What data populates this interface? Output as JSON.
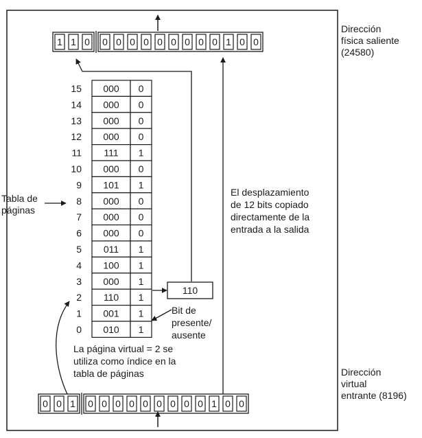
{
  "output_address": {
    "bits": [
      "1",
      "1",
      "0",
      "0",
      "0",
      "0",
      "0",
      "0",
      "0",
      "0",
      "0",
      "0",
      "1",
      "0",
      "0"
    ],
    "label_lines": [
      "Dirección",
      "física saliente",
      "(24580)"
    ]
  },
  "input_address": {
    "bits": [
      "0",
      "0",
      "1",
      "0",
      "0",
      "0",
      "0",
      "0",
      "0",
      "0",
      "0",
      "0",
      "1",
      "0",
      "0"
    ],
    "label_lines": [
      "Dirección",
      "virtual",
      "entrante (8196)"
    ]
  },
  "page_table": {
    "label_lines": [
      "Tabla de",
      "páginas"
    ],
    "rows": [
      {
        "index": "15",
        "frame": "000",
        "present": "0"
      },
      {
        "index": "14",
        "frame": "000",
        "present": "0"
      },
      {
        "index": "13",
        "frame": "000",
        "present": "0"
      },
      {
        "index": "12",
        "frame": "000",
        "present": "0"
      },
      {
        "index": "11",
        "frame": "111",
        "present": "1"
      },
      {
        "index": "10",
        "frame": "000",
        "present": "0"
      },
      {
        "index": "9",
        "frame": "101",
        "present": "1"
      },
      {
        "index": "8",
        "frame": "000",
        "present": "0"
      },
      {
        "index": "7",
        "frame": "000",
        "present": "0"
      },
      {
        "index": "6",
        "frame": "000",
        "present": "0"
      },
      {
        "index": "5",
        "frame": "011",
        "present": "1"
      },
      {
        "index": "4",
        "frame": "100",
        "present": "1"
      },
      {
        "index": "3",
        "frame": "000",
        "present": "1"
      },
      {
        "index": "2",
        "frame": "110",
        "present": "1"
      },
      {
        "index": "1",
        "frame": "001",
        "present": "1"
      },
      {
        "index": "0",
        "frame": "010",
        "present": "1"
      }
    ]
  },
  "frame_output_value": "110",
  "present_bit_note_lines": [
    "Bit de",
    "presente/",
    "ausente"
  ],
  "offset_note_lines": [
    "El desplazamiento",
    "de 12 bits copiado",
    "directamente de la",
    "entrada a la salida"
  ],
  "virtual_page_note_lines": [
    "La página virtual = 2 se",
    "utiliza como índice en la",
    "tabla de páginas"
  ]
}
